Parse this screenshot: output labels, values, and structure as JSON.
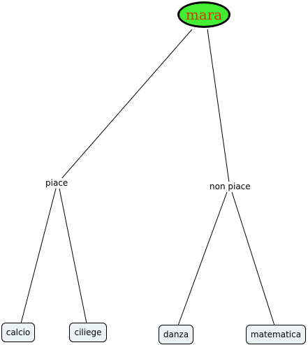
{
  "root": {
    "label": "mara",
    "fill_color": "#44ee33",
    "text_color": "#dd3300",
    "border_color": "#000000"
  },
  "links": [
    {
      "label": "piace"
    },
    {
      "label": "non piace"
    }
  ],
  "leaves": [
    {
      "label": "calcio"
    },
    {
      "label": "ciliege"
    },
    {
      "label": "danza"
    },
    {
      "label": "matematica"
    }
  ],
  "leaf_fill_color": "#ecf1f4"
}
